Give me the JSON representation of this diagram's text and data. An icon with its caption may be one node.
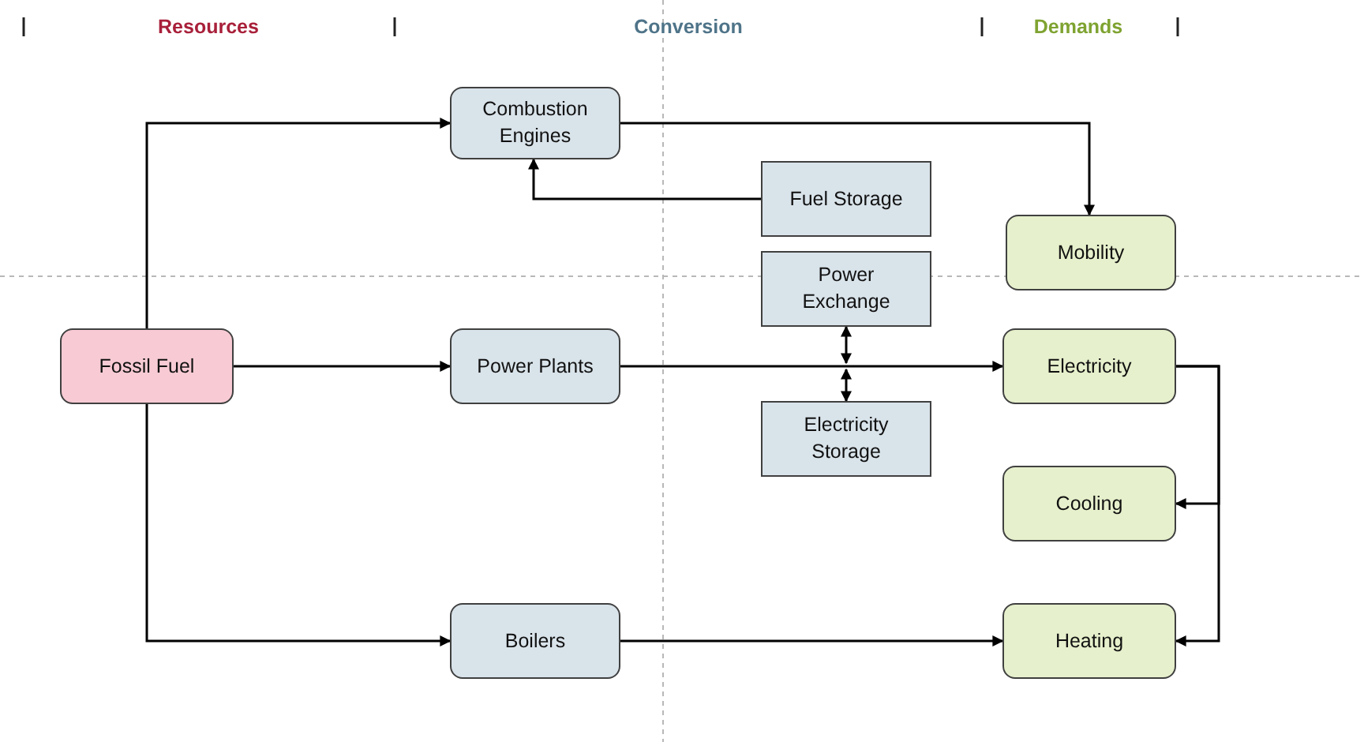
{
  "diagram": {
    "nodes": [
      {
        "text": [
          "Fossil Fuel"
        ]
      },
      {
        "text": [
          "Combustion Engines"
        ]
      },
      {
        "text": [
          "Power Plants"
        ]
      },
      {
        "text": [
          "Boilers"
        ]
      },
      {
        "text": [
          "Fuel Storage"
        ]
      },
      {
        "text": [
          "Power Exchange"
        ]
      },
      {
        "text": [
          "Electricity Storage"
        ]
      },
      {
        "text": [
          "Mobility"
        ]
      },
      {
        "text": [
          "Electricity"
        ]
      },
      {
        "text": [
          "Cooling"
        ]
      },
      {
        "text": [
          "Heating"
        ]
      }
    ],
    "edges": [
      {
        "from": 0,
        "to": 1,
        "arrow": "to"
      },
      {
        "from": 0,
        "to": 2,
        "arrow": "to"
      },
      {
        "from": 0,
        "to": 3,
        "arrow": "to"
      },
      {
        "from": 1,
        "to": 7,
        "arrow": "to"
      },
      {
        "from": 4,
        "to": 1,
        "arrow": "to"
      },
      {
        "from": 2,
        "to": 8,
        "arrow": "to"
      },
      {
        "from": 5,
        "to": null,
        "arrow": "both"
      },
      {
        "from": 6,
        "to": null,
        "arrow": "both"
      },
      {
        "from": 8,
        "to": 9,
        "arrow": "to"
      },
      {
        "from": 8,
        "to": 10,
        "arrow": "to"
      },
      {
        "from": 3,
        "to": 10,
        "arrow": "to"
      }
    ],
    "labels": [
      "Resources",
      "Conversion",
      "Demands"
    ]
  }
}
